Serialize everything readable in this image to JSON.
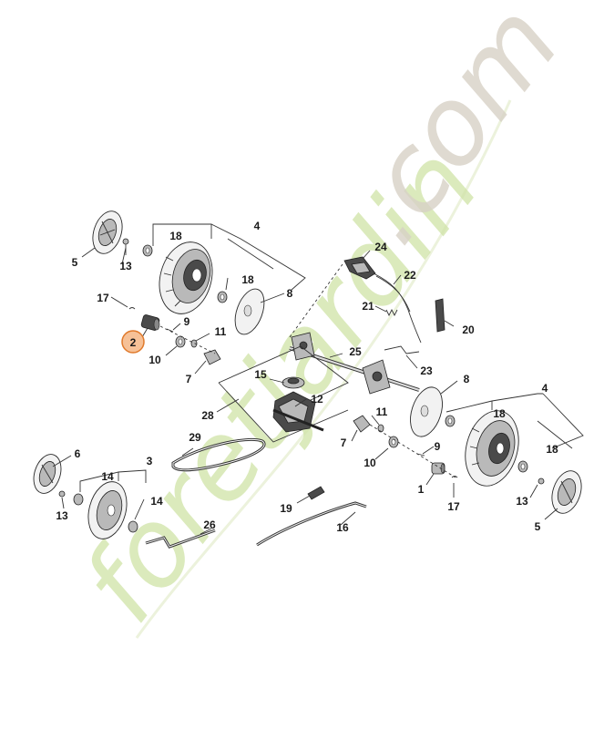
{
  "watermark": {
    "brand": "foretjardin",
    "domain": ".com",
    "colors": {
      "green": "#cfe3a6",
      "orange": "#f6cf9c",
      "grey": "#d8d2c6"
    }
  },
  "highlight": {
    "label": "2",
    "fill": "#f6c197",
    "stroke": "#e07a2c"
  },
  "labels": {
    "p1": "1",
    "p2": "2",
    "p3": "3",
    "p4": "4",
    "p5": "5",
    "p6": "6",
    "p7": "7",
    "p8": "8",
    "p9": "9",
    "p10": "10",
    "p11": "11",
    "p12": "12",
    "p13": "13",
    "p14": "14",
    "p15": "15",
    "p16": "16",
    "p17": "17",
    "p18": "18",
    "p19": "19",
    "p20": "20",
    "p21": "21",
    "p22": "22",
    "p23": "23",
    "p24": "24",
    "p25": "25",
    "p26": "26",
    "p28": "28",
    "p29": "29"
  }
}
